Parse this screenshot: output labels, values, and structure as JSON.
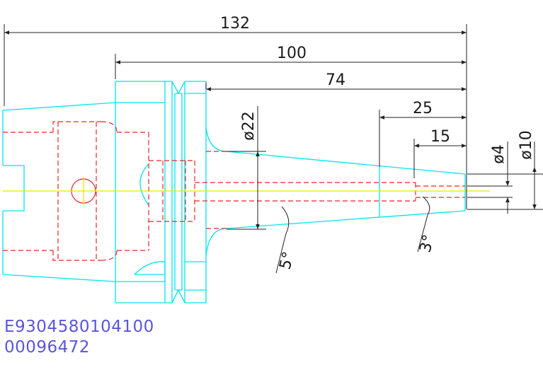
{
  "drawing": {
    "dimensions": {
      "overall_length": "132",
      "length_100": "100",
      "length_74": "74",
      "length_25": "25",
      "length_15": "15",
      "diameter_22": "ø22",
      "diameter_4": "ø4",
      "diameter_10": "ø10",
      "angle_5": "5°",
      "angle_3": "3°"
    },
    "colors": {
      "outline": "#00e5ee",
      "hidden": "#e8262a",
      "centerline": "#e6e600",
      "dimension": "#222222",
      "code_text": "#5a55dd"
    }
  },
  "codes": {
    "part_number": "E9304580104100",
    "serial": "00096472"
  }
}
